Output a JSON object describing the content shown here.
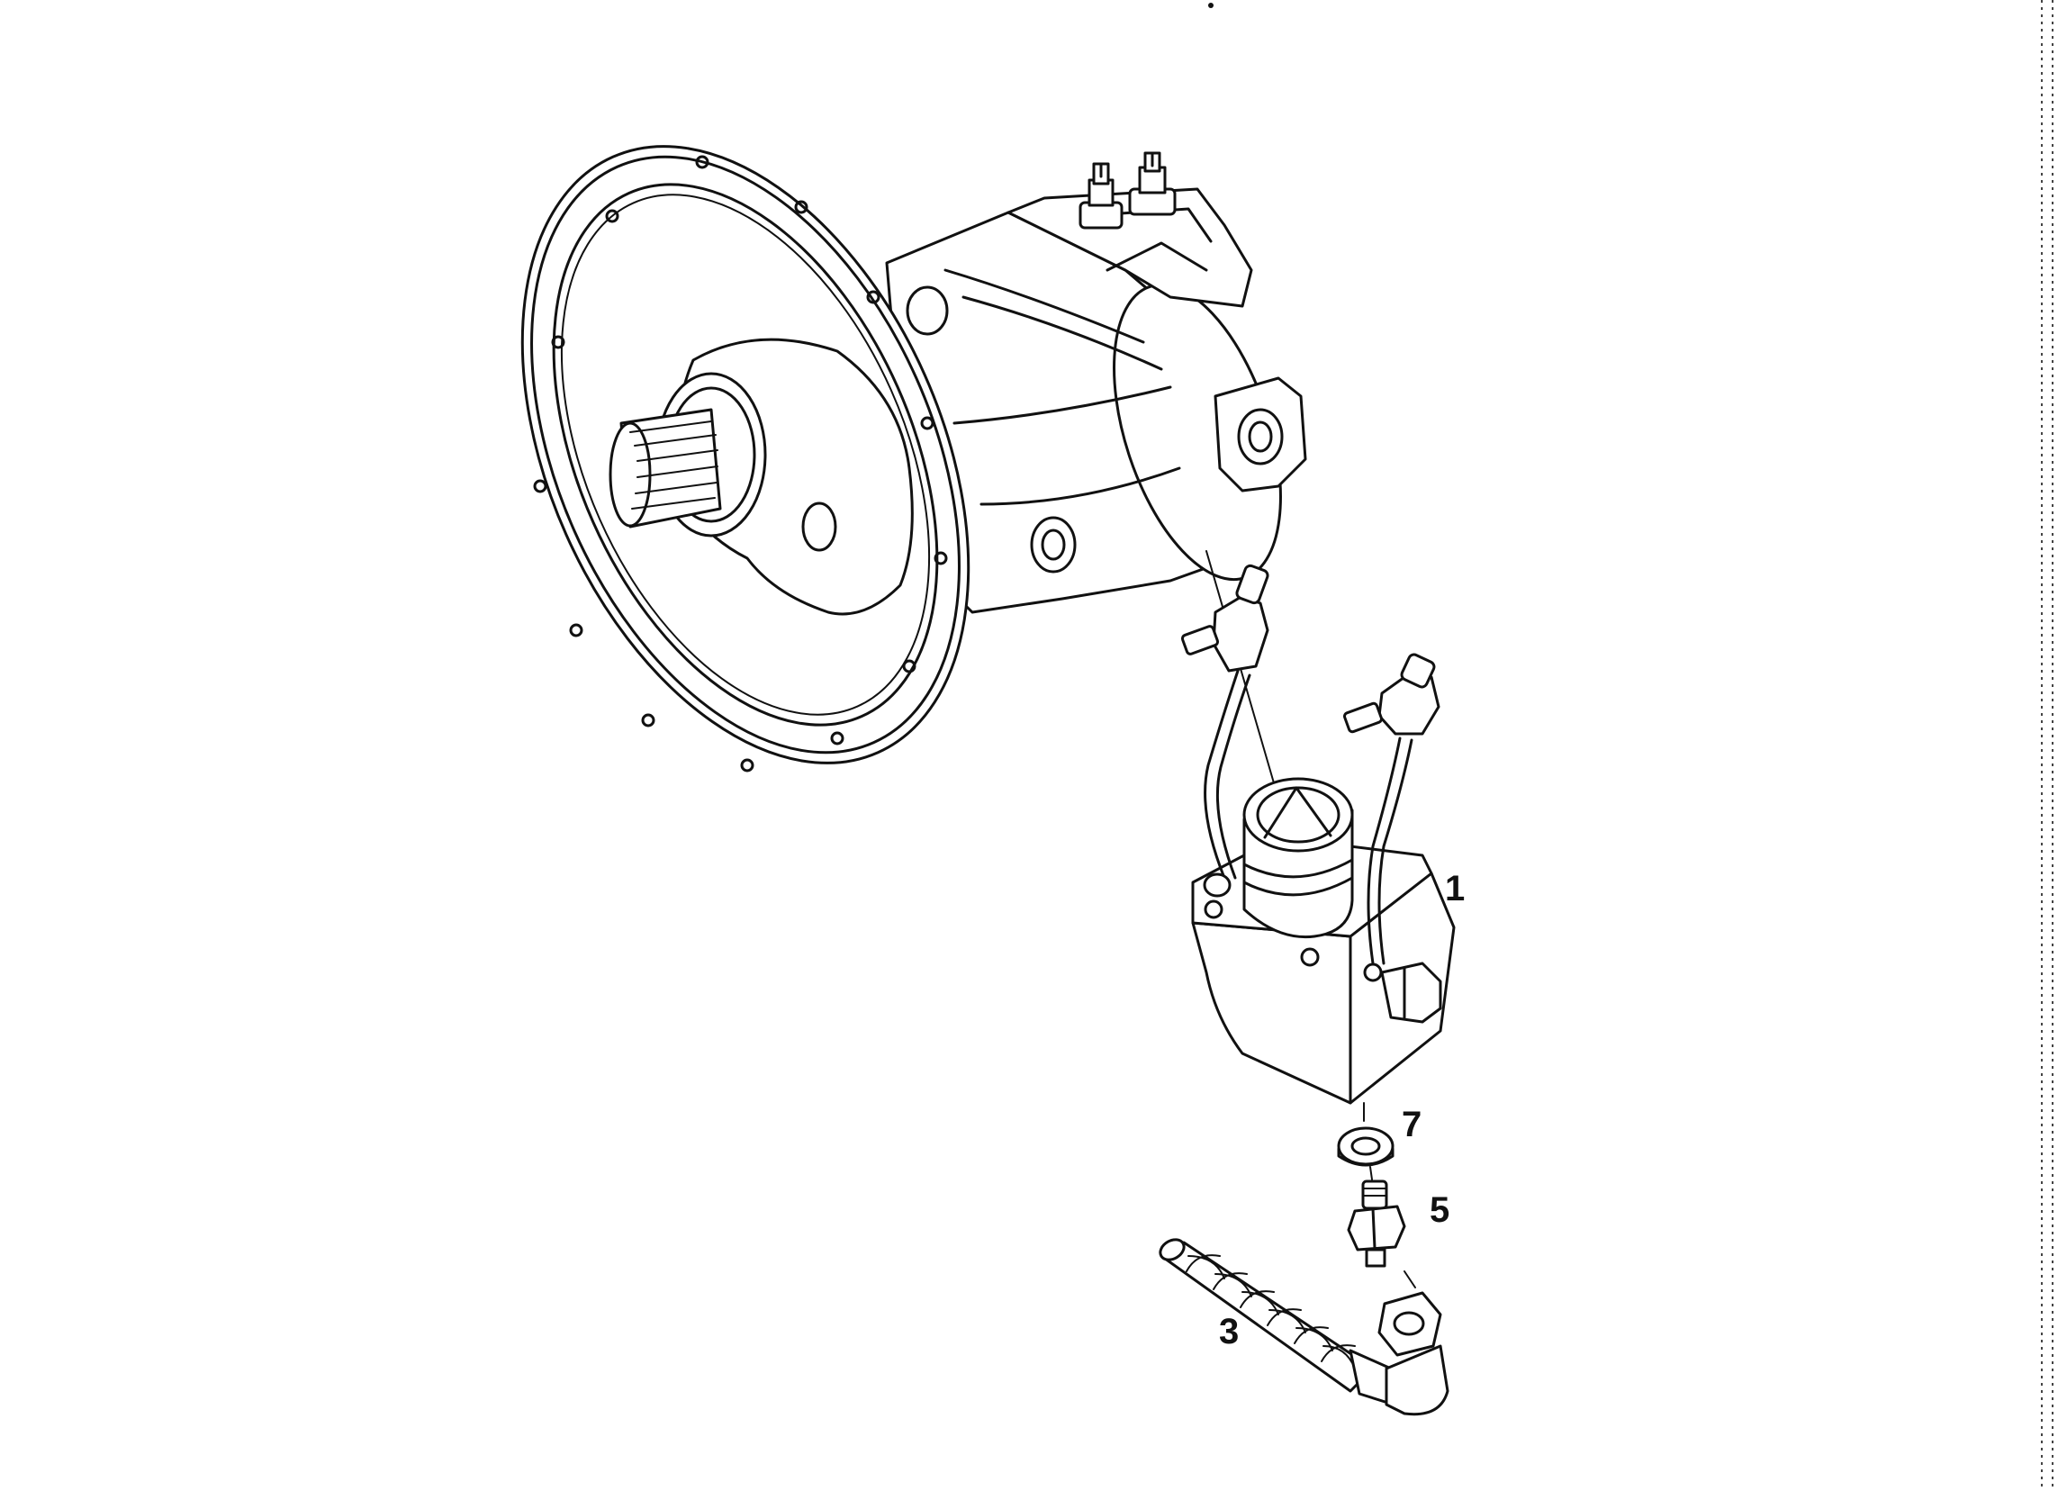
{
  "callouts": {
    "part_1": "1",
    "part_3": "3",
    "part_5": "5",
    "part_7": "7"
  },
  "colors": {
    "line": "#111111",
    "background": "#ffffff"
  },
  "icons": {
    "hose": "braided-hose-icon",
    "fitting": "threaded-fitting-icon",
    "washer": "seal-washer-icon"
  }
}
